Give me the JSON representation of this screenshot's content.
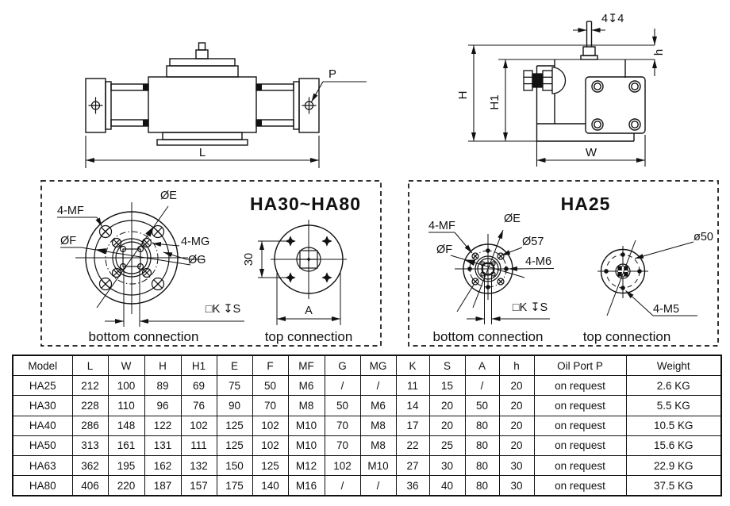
{
  "page": {
    "background": "#ffffff",
    "line_color": "#111111"
  },
  "side_view": {
    "port_label": "P",
    "length_label": "L"
  },
  "end_view": {
    "keyway_label": "4↧4",
    "height_label": "H",
    "height1_label": "H1",
    "shaft_height_label": "h",
    "width_label": "W"
  },
  "detail_ha30": {
    "title": "HA30~HA80",
    "bottom_caption": "bottom connection",
    "top_caption": "top connection",
    "labels": {
      "mf": "4-MF",
      "e": "ØE",
      "f": "ØF",
      "mg": "4-MG",
      "g": "ØG",
      "key": "□K ↧S",
      "pitch": "30",
      "a": "A"
    }
  },
  "detail_ha25": {
    "title": "HA25",
    "bottom_caption": "bottom connection",
    "top_caption": "top connection",
    "labels": {
      "mf": "4-MF",
      "e": "ØE",
      "d57": "Ø57",
      "f": "ØF",
      "m6": "4-M6",
      "key": "□K ↧S",
      "d50": "ø50",
      "m5": "4-M5"
    }
  },
  "table": {
    "headers": [
      "Model",
      "L",
      "W",
      "H",
      "H1",
      "E",
      "F",
      "MF",
      "G",
      "MG",
      "K",
      "S",
      "A",
      "h",
      "Oil Port P",
      "Weight"
    ],
    "rows": [
      [
        "HA25",
        "212",
        "100",
        "89",
        "69",
        "75",
        "50",
        "M6",
        "/",
        "/",
        "11",
        "15",
        "/",
        "20",
        "on request",
        "2.6 KG"
      ],
      [
        "HA30",
        "228",
        "110",
        "96",
        "76",
        "90",
        "70",
        "M8",
        "50",
        "M6",
        "14",
        "20",
        "50",
        "20",
        "on request",
        "5.5 KG"
      ],
      [
        "HA40",
        "286",
        "148",
        "122",
        "102",
        "125",
        "102",
        "M10",
        "70",
        "M8",
        "17",
        "20",
        "80",
        "20",
        "on request",
        "10.5 KG"
      ],
      [
        "HA50",
        "313",
        "161",
        "131",
        "111",
        "125",
        "102",
        "M10",
        "70",
        "M8",
        "22",
        "25",
        "80",
        "20",
        "on request",
        "15.6 KG"
      ],
      [
        "HA63",
        "362",
        "195",
        "162",
        "132",
        "150",
        "125",
        "M12",
        "102",
        "M10",
        "27",
        "30",
        "80",
        "30",
        "on request",
        "22.9 KG"
      ],
      [
        "HA80",
        "406",
        "220",
        "187",
        "157",
        "175",
        "140",
        "M16",
        "/",
        "/",
        "36",
        "40",
        "80",
        "30",
        "on request",
        "37.5 KG"
      ]
    ]
  }
}
